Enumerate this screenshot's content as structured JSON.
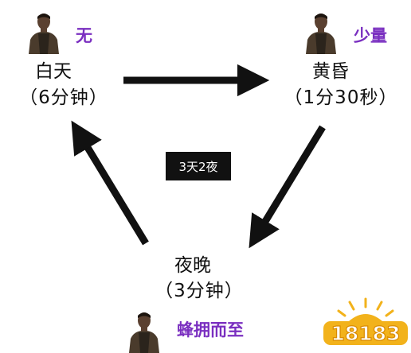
{
  "center_label": "3天2夜",
  "phases": {
    "day": {
      "name": "白天",
      "duration": "（6分钟）",
      "zombie_level": "无"
    },
    "dusk": {
      "name": "黄昏",
      "duration": "（1分30秒）",
      "zombie_level": "少量"
    },
    "night": {
      "name": "夜晚",
      "duration": "（3分钟）",
      "zombie_level": "蜂拥而至"
    }
  },
  "watermark": "18183",
  "colors": {
    "accent": "#7a2fc0",
    "arrow": "#111111",
    "logo_gold": "#f2b21b"
  },
  "icons": {
    "avatar": "survivor-avatar-icon"
  }
}
